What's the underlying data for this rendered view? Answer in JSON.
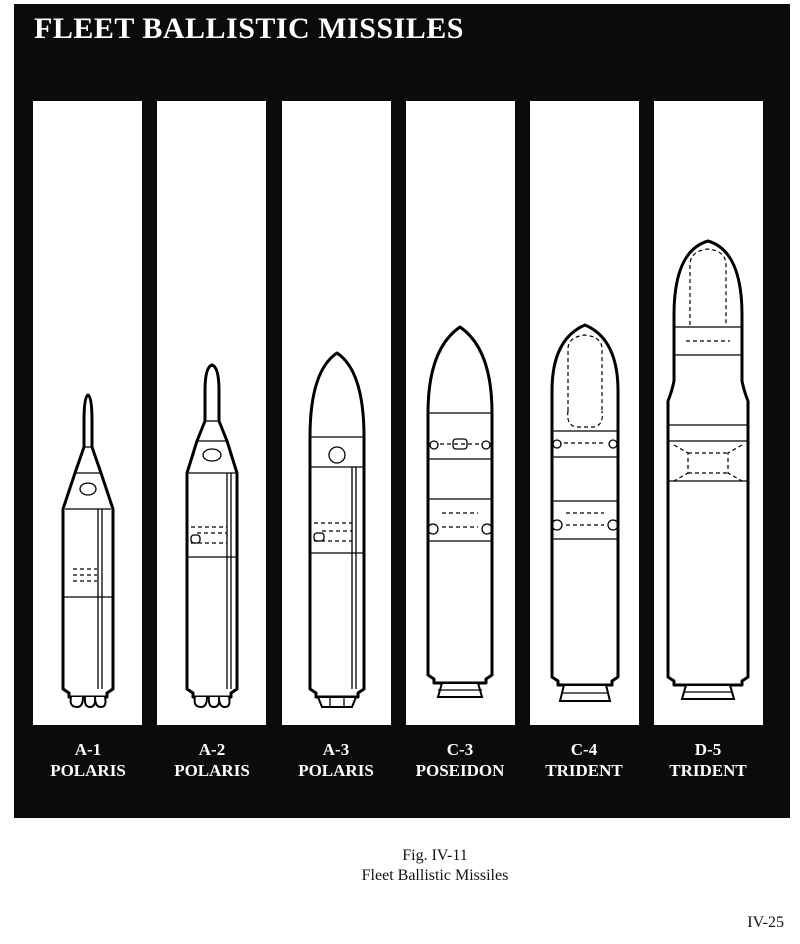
{
  "figure": {
    "title": "FLEET BALLISTIC MISSILES",
    "missiles": [
      {
        "designation": "A-1",
        "name": "POLARIS"
      },
      {
        "designation": "A-2",
        "name": "POLARIS"
      },
      {
        "designation": "A-3",
        "name": "POLARIS"
      },
      {
        "designation": "C-3",
        "name": "POSEIDON"
      },
      {
        "designation": "C-4",
        "name": "TRIDENT"
      },
      {
        "designation": "D-5",
        "name": "TRIDENT"
      }
    ]
  },
  "caption": {
    "figure_number": "Fig. IV-11",
    "text": "Fleet Ballistic Missiles"
  },
  "page_number": "IV-25"
}
